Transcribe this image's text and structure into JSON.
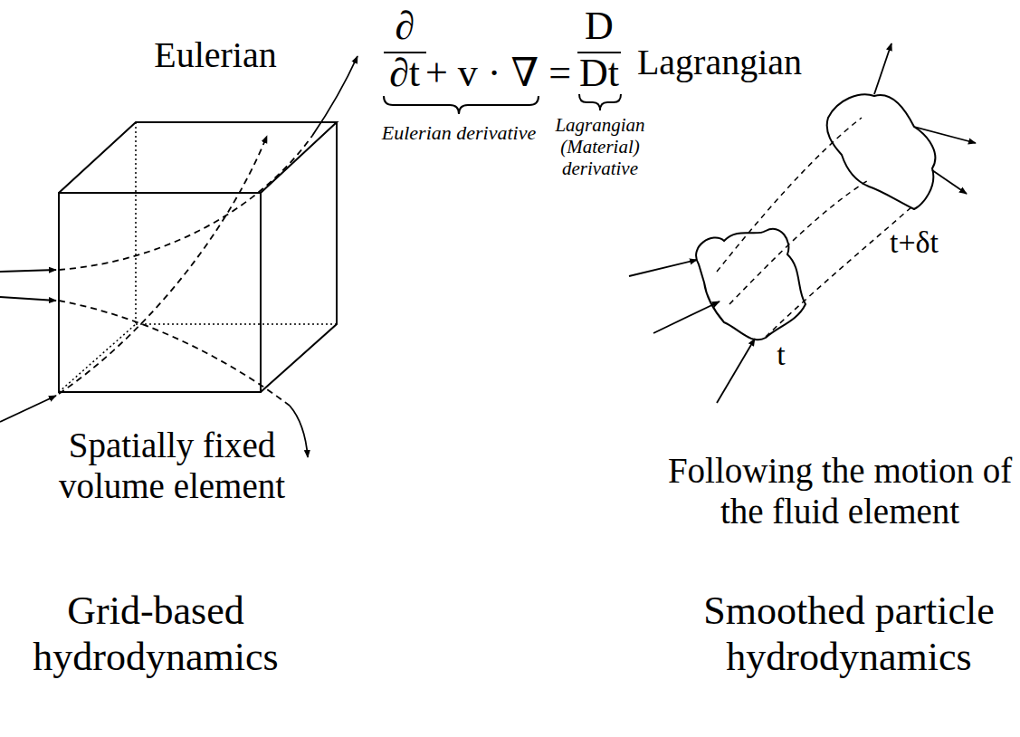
{
  "diagram": {
    "labels": [
      "Eulerian",
      "∂",
      "∂t",
      "+ v · ∇ =",
      "D",
      "Dt",
      "Lagrangian",
      "Eulerian derivative",
      "Lagrangian (Material) derivative",
      "t+δt",
      "t",
      "Spatially fixed volume element",
      "Following the motion of the fluid element",
      "Grid-based hydrodynamics",
      "Smoothed particle hydrodynamics"
    ]
  }
}
